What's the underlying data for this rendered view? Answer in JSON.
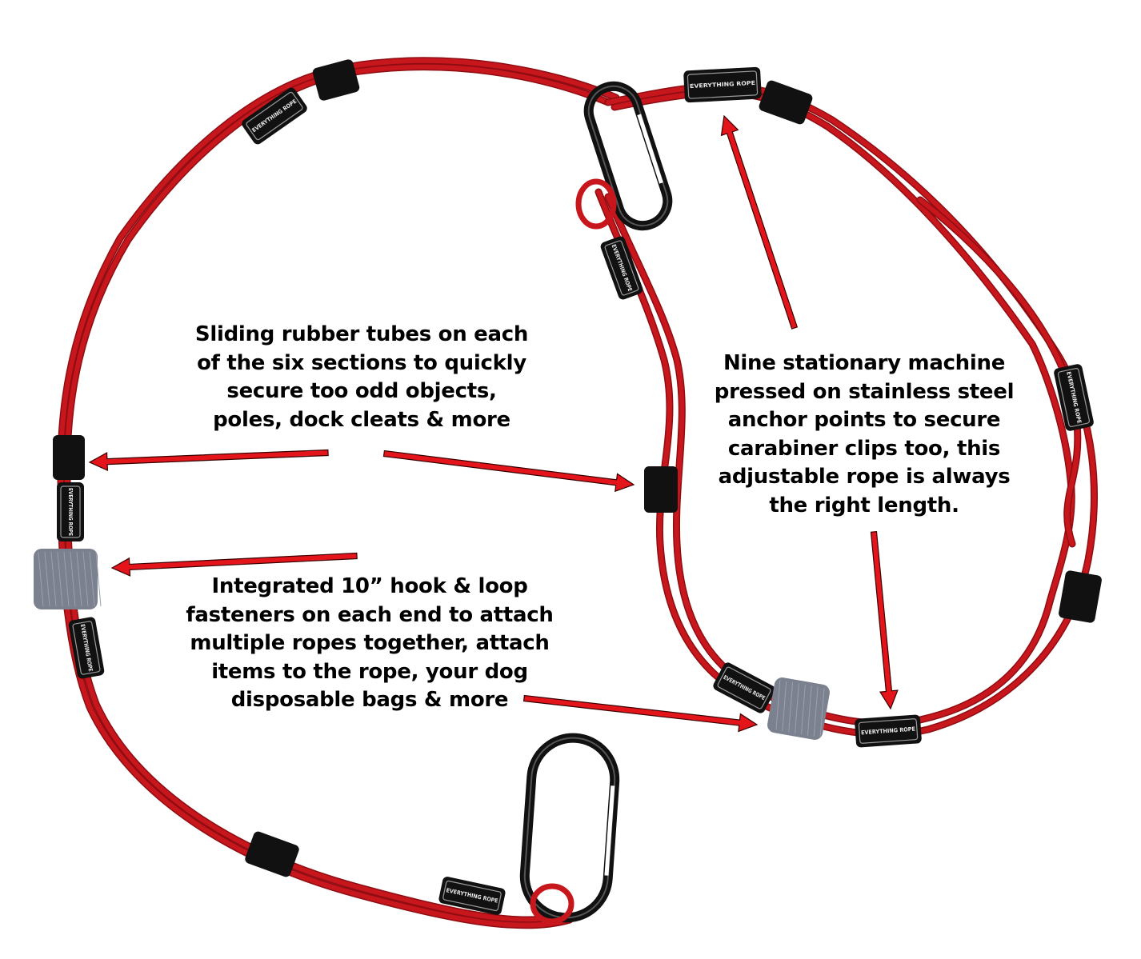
{
  "brand": "EVERYTHING ROPE",
  "colors": {
    "rope": "#c8161d",
    "rope_dark": "#8e0d12",
    "tube": "#111111",
    "velcro": "#7c8190",
    "arrow": "#e3151b",
    "arrow_outline": "#3a0000"
  },
  "callouts": {
    "tubes": {
      "lines": [
        "Sliding rubber tubes on each",
        "of the six sections to quickly",
        "secure too odd objects,",
        "poles, dock cleats & more"
      ]
    },
    "hook_loop": {
      "lines": [
        "Integrated 10” hook & loop",
        "fasteners on each end to attach",
        "multiple ropes together, attach",
        "items to the rope, your dog",
        "disposable bags & more"
      ]
    },
    "anchors": {
      "lines": [
        "Nine stationary machine",
        "pressed on stainless steel",
        "anchor points to secure",
        "carabiner clips too, this",
        "adjustable rope is always",
        "the right length."
      ]
    }
  }
}
